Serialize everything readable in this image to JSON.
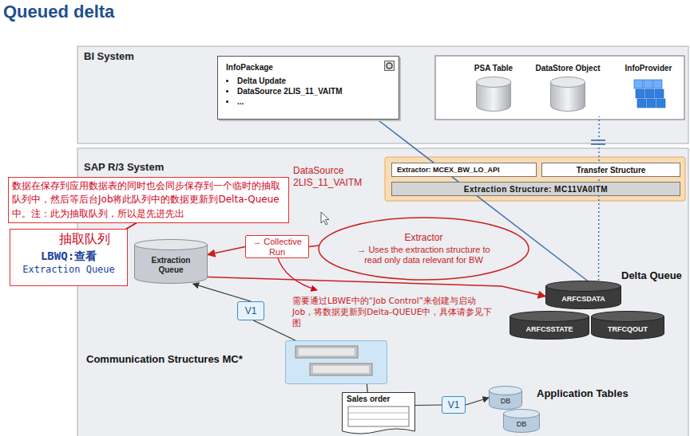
{
  "diagram": {
    "title": "Queued delta",
    "nodes": [
      {
        "text": [
          "BI System"
        ]
      },
      {
        "text": [
          "InfoPackage",
          "Delta Update",
          "DataSource 2LIS_11_VAITM",
          "..."
        ],
        "in": 0
      },
      {
        "text": [
          "PSA Table"
        ],
        "in": 0
      },
      {
        "text": [
          "DataStore Object"
        ],
        "in": 0
      },
      {
        "text": [
          "InfoProvider"
        ],
        "in": 0
      },
      {
        "text": [
          "SAP R/3 System"
        ]
      },
      {
        "text": [
          "数据在保存到应用数据表的同时也会同步保存到一个临时的抽取队列中，然后等后台Job将此队列中的数据更新到Delta-Queue中。注：此为抽取队列，所以是先进先出"
        ]
      },
      {
        "text": [
          "抽取队列",
          "LBWQ:查看",
          "Extraction Queue"
        ]
      },
      {
        "text": [
          "Extractor: MCEX_BW_LO_API"
        ],
        "in": 5
      },
      {
        "text": [
          "Transfer Structure"
        ],
        "in": 5
      },
      {
        "text": [
          "Extraction Structure: MC11VA0ITM"
        ],
        "in": 5
      },
      {
        "text": [
          "Extraction Queue"
        ],
        "in": 5
      },
      {
        "text": [
          "→ Collective Run"
        ],
        "in": 5
      },
      {
        "text": [
          "Extractor",
          "→ Uses the extraction structure to read only data relevant for BW"
        ],
        "in": 5
      },
      {
        "text": [
          "Delta Queue"
        ],
        "in": 5
      },
      {
        "text": [
          "ARFCSDATA"
        ],
        "in": 14
      },
      {
        "text": [
          "ARFCSSTATE"
        ],
        "in": 14
      },
      {
        "text": [
          "TRFCQOUT"
        ],
        "in": 14
      },
      {
        "text": [
          "V1"
        ],
        "in": 5
      },
      {
        "text": [
          "Communication Structures MC*"
        ],
        "in": 5
      },
      {
        "text": [
          "Sales order"
        ],
        "in": 5
      },
      {
        "text": [
          "V1"
        ],
        "in": 5
      },
      {
        "text": [
          "DB"
        ],
        "in": 5
      },
      {
        "text": [
          "DB"
        ],
        "in": 5
      }
    ],
    "edges": [
      {
        "from": 1,
        "to": 15,
        "arrow": "none"
      },
      {
        "from": 15,
        "to": 3,
        "arrow": "none"
      },
      {
        "from": 11,
        "to": 15,
        "arrow": "to"
      },
      {
        "from": 12,
        "to": 11,
        "arrow": "to"
      },
      {
        "from": 13,
        "to": 12,
        "arrow": "none"
      },
      {
        "from": 19,
        "to": 18,
        "arrow": "none"
      },
      {
        "from": 18,
        "to": 11,
        "arrow": "to"
      },
      {
        "from": 20,
        "to": 19,
        "arrow": "none"
      },
      {
        "from": 20,
        "to": 21,
        "arrow": "none"
      },
      {
        "from": 21,
        "to": 22,
        "arrow": "to"
      }
    ],
    "labels": [
      "DataSource 2LIS_11_VAITM",
      "需要通过LBWE中的“Job Control”来创建与启动Job，将数据更新到Delta-QUEUE中，具体请参见下图",
      "Application Tables"
    ]
  }
}
